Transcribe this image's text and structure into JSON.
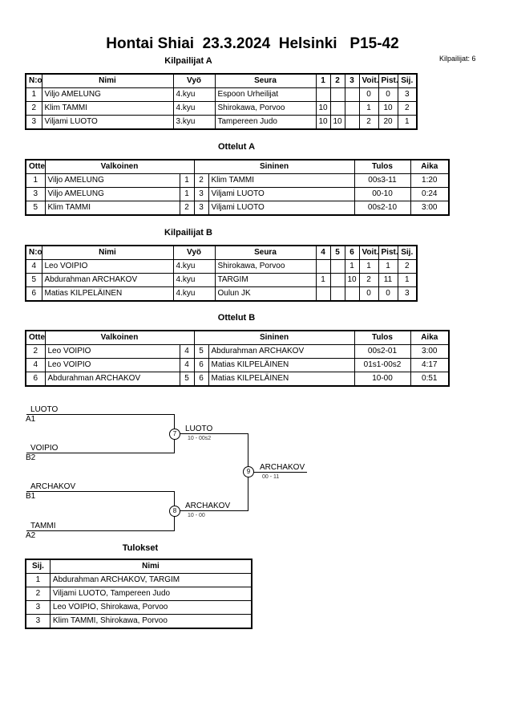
{
  "header": {
    "title": "Hontai Shiai  23.3.2024  Helsinki   P15-42",
    "competitors_count": "Kilpailijat: 6"
  },
  "pool_a": {
    "title": "Kilpailijat A",
    "headers": [
      "N:o",
      "Nimi",
      "Vyö",
      "Seura",
      "1",
      "2",
      "3",
      "Voit.",
      "Pist.",
      "Sij."
    ],
    "rows": [
      [
        "1",
        "Viljo AMELUNG",
        "4.kyu",
        "Espoon Urheilijat",
        "",
        "",
        "",
        "0",
        "0",
        "3"
      ],
      [
        "2",
        "Klim TAMMI",
        "4.kyu",
        "Shirokawa, Porvoo",
        "10",
        "",
        "",
        "1",
        "10",
        "2"
      ],
      [
        "3",
        "Viljami LUOTO",
        "3.kyu",
        "Tampereen Judo",
        "10",
        "10",
        "",
        "2",
        "20",
        "1"
      ]
    ]
  },
  "matches_a": {
    "title": "Ottelut A",
    "headers": [
      "Ottelu",
      "Valkoinen",
      "Sininen",
      "Tulos",
      "Aika"
    ],
    "rows": [
      [
        "1",
        "Viljo AMELUNG",
        "1",
        "2",
        "Klim TAMMI",
        "00s3-11",
        "1:20"
      ],
      [
        "3",
        "Viljo AMELUNG",
        "1",
        "3",
        "Viljami LUOTO",
        "00-10",
        "0:24"
      ],
      [
        "5",
        "Klim TAMMI",
        "2",
        "3",
        "Viljami LUOTO",
        "00s2-10",
        "3:00"
      ]
    ]
  },
  "pool_b": {
    "title": "Kilpailijat B",
    "headers": [
      "N:o",
      "Nimi",
      "Vyö",
      "Seura",
      "4",
      "5",
      "6",
      "Voit.",
      "Pist.",
      "Sij."
    ],
    "rows": [
      [
        "4",
        "Leo VOIPIO",
        "4.kyu",
        "Shirokawa, Porvoo",
        "",
        "",
        "1",
        "1",
        "1",
        "2"
      ],
      [
        "5",
        "Abdurahman ARCHAKOV",
        "4.kyu",
        "TARGIM",
        "1",
        "",
        "10",
        "2",
        "11",
        "1"
      ],
      [
        "6",
        "Matias KILPELÄINEN",
        "4.kyu",
        "Oulun JK",
        "",
        "",
        "",
        "0",
        "0",
        "3"
      ]
    ]
  },
  "matches_b": {
    "title": "Ottelut B",
    "headers": [
      "Ottelu",
      "Valkoinen",
      "Sininen",
      "Tulos",
      "Aika"
    ],
    "rows": [
      [
        "2",
        "Leo VOIPIO",
        "4",
        "5",
        "Abdurahman ARCHAKOV",
        "00s2-01",
        "3:00"
      ],
      [
        "4",
        "Leo VOIPIO",
        "4",
        "6",
        "Matias KILPELÄINEN",
        "01s1-00s2",
        "4:17"
      ],
      [
        "6",
        "Abdurahman ARCHAKOV",
        "5",
        "6",
        "Matias KILPELÄINEN",
        "10-00",
        "0:51"
      ]
    ]
  },
  "bracket": {
    "s1_top_name": "LUOTO",
    "s1_top_seed": "A1",
    "s1_bot_name": "VOIPIO",
    "s1_bot_seed": "B2",
    "s2_top_name": "ARCHAKOV",
    "s2_top_seed": "B1",
    "s2_bot_name": "TAMMI",
    "s2_bot_seed": "A2",
    "m7_num": "7",
    "m7_winner": "LUOTO",
    "m7_score": "10 - 00s2",
    "m8_num": "8",
    "m8_winner": "ARCHAKOV",
    "m8_score": "10 - 00",
    "m9_num": "9",
    "m9_winner": "ARCHAKOV",
    "m9_score": "00 - 11"
  },
  "results": {
    "title": "Tulokset",
    "headers": [
      "Sij.",
      "Nimi"
    ],
    "rows": [
      [
        "1",
        "Abdurahman ARCHAKOV, TARGIM"
      ],
      [
        "2",
        "Viljami LUOTO, Tampereen Judo"
      ],
      [
        "3",
        "Leo VOIPIO, Shirokawa, Porvoo"
      ],
      [
        "3",
        "Klim TAMMI, Shirokawa, Porvoo"
      ]
    ]
  }
}
